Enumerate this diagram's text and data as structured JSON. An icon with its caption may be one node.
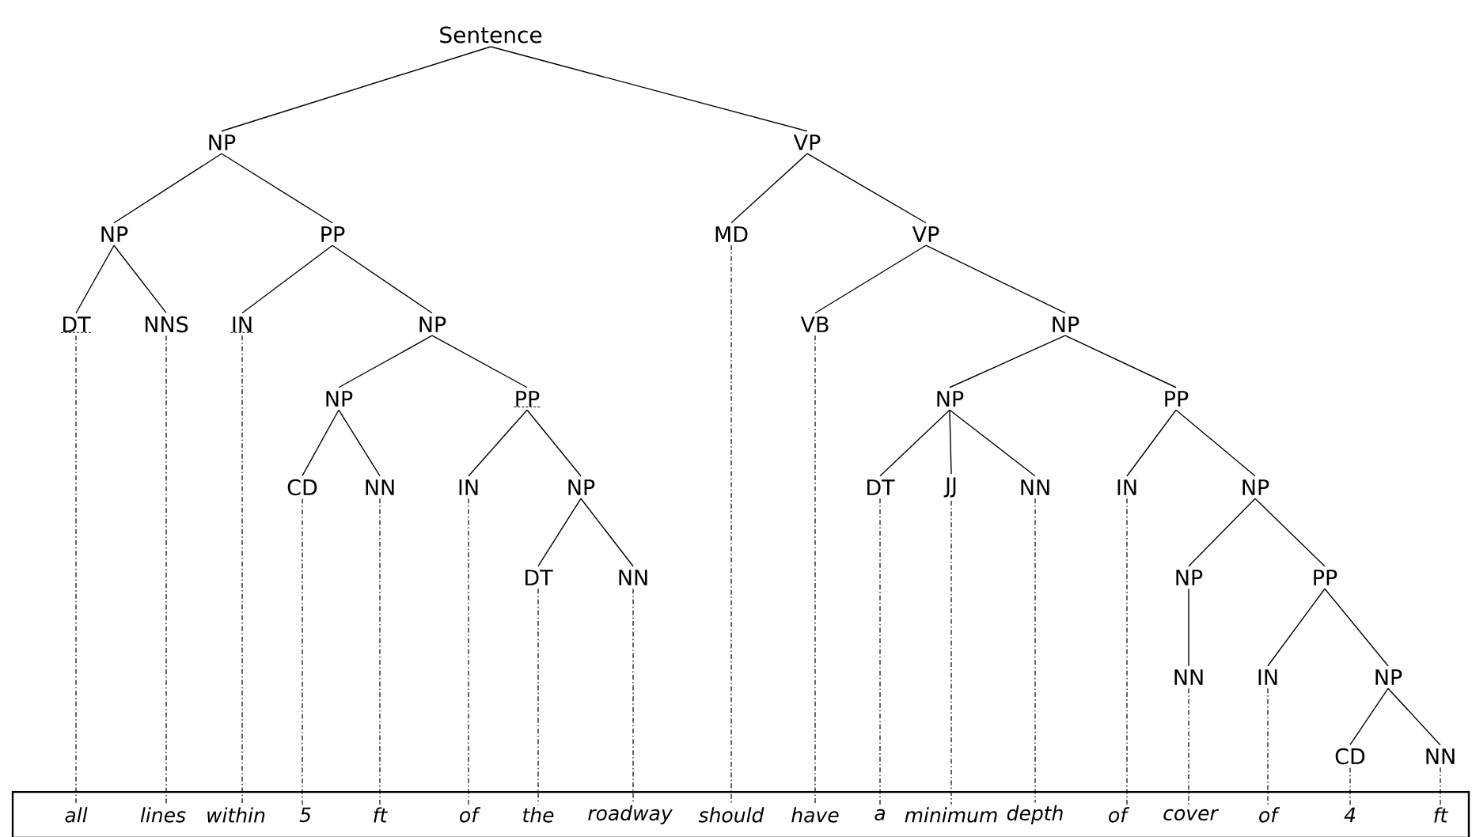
{
  "diagram": {
    "nodes": [
      {
        "text": [
          "Sentence"
        ]
      },
      {
        "text": [
          "NP"
        ]
      },
      {
        "text": [
          "VP"
        ]
      },
      {
        "text": [
          "NP"
        ]
      },
      {
        "text": [
          "PP"
        ]
      },
      {
        "text": [
          "MD"
        ]
      },
      {
        "text": [
          "VP"
        ]
      },
      {
        "text": [
          "DT"
        ]
      },
      {
        "text": [
          "NNS"
        ]
      },
      {
        "text": [
          "IN"
        ]
      },
      {
        "text": [
          "NP"
        ]
      },
      {
        "text": [
          "VB"
        ]
      },
      {
        "text": [
          "NP"
        ]
      },
      {
        "text": [
          "NP"
        ]
      },
      {
        "text": [
          "PP"
        ]
      },
      {
        "text": [
          "CD"
        ]
      },
      {
        "text": [
          "NN"
        ]
      },
      {
        "text": [
          "IN"
        ]
      },
      {
        "text": [
          "NP"
        ]
      },
      {
        "text": [
          "DT"
        ]
      },
      {
        "text": [
          "NN"
        ]
      },
      {
        "text": [
          "NP"
        ]
      },
      {
        "text": [
          "PP"
        ]
      },
      {
        "text": [
          "DT"
        ]
      },
      {
        "text": [
          "JJ"
        ]
      },
      {
        "text": [
          "NN"
        ]
      },
      {
        "text": [
          "IN"
        ]
      },
      {
        "text": [
          "NP"
        ]
      },
      {
        "text": [
          "NP"
        ]
      },
      {
        "text": [
          "PP"
        ]
      },
      {
        "text": [
          "NN"
        ]
      },
      {
        "text": [
          "IN"
        ]
      },
      {
        "text": [
          "NP"
        ]
      },
      {
        "text": [
          "CD"
        ]
      },
      {
        "text": [
          "NN"
        ]
      },
      {
        "text": [],
        "shape": "box"
      },
      {
        "text": [
          "all"
        ],
        "in": 35
      },
      {
        "text": [
          "lines"
        ],
        "in": 35
      },
      {
        "text": [
          "within"
        ],
        "in": 35
      },
      {
        "text": [
          "5"
        ],
        "in": 35
      },
      {
        "text": [
          "ft"
        ],
        "in": 35
      },
      {
        "text": [
          "of"
        ],
        "in": 35
      },
      {
        "text": [
          "the"
        ],
        "in": 35
      },
      {
        "text": [
          "roadway"
        ],
        "in": 35
      },
      {
        "text": [
          "should"
        ],
        "in": 35
      },
      {
        "text": [
          "have"
        ],
        "in": 35
      },
      {
        "text": [
          "a"
        ],
        "in": 35
      },
      {
        "text": [
          "minimum"
        ],
        "in": 35
      },
      {
        "text": [
          "depth"
        ],
        "in": 35
      },
      {
        "text": [
          "of"
        ],
        "in": 35
      },
      {
        "text": [
          "cover"
        ],
        "in": 35
      },
      {
        "text": [
          "of"
        ],
        "in": 35
      },
      {
        "text": [
          "4"
        ],
        "in": 35
      },
      {
        "text": [
          "ft"
        ],
        "in": 35
      }
    ],
    "edges": [
      {
        "from": 0,
        "to": 1,
        "arrow": "none"
      },
      {
        "from": 0,
        "to": 2,
        "arrow": "none"
      },
      {
        "from": 1,
        "to": 3,
        "arrow": "none"
      },
      {
        "from": 1,
        "to": 4,
        "arrow": "none"
      },
      {
        "from": 3,
        "to": 7,
        "arrow": "none"
      },
      {
        "from": 3,
        "to": 8,
        "arrow": "none"
      },
      {
        "from": 4,
        "to": 9,
        "arrow": "none"
      },
      {
        "from": 4,
        "to": 10,
        "arrow": "none"
      },
      {
        "from": 10,
        "to": 13,
        "arrow": "none"
      },
      {
        "from": 10,
        "to": 14,
        "arrow": "none"
      },
      {
        "from": 13,
        "to": 15,
        "arrow": "none"
      },
      {
        "from": 13,
        "to": 16,
        "arrow": "none"
      },
      {
        "from": 14,
        "to": 17,
        "arrow": "none"
      },
      {
        "from": 14,
        "to": 18,
        "arrow": "none"
      },
      {
        "from": 18,
        "to": 19,
        "arrow": "none"
      },
      {
        "from": 18,
        "to": 20,
        "arrow": "none"
      },
      {
        "from": 2,
        "to": 5,
        "arrow": "none"
      },
      {
        "from": 2,
        "to": 6,
        "arrow": "none"
      },
      {
        "from": 6,
        "to": 11,
        "arrow": "none"
      },
      {
        "from": 6,
        "to": 12,
        "arrow": "none"
      },
      {
        "from": 12,
        "to": 21,
        "arrow": "none"
      },
      {
        "from": 12,
        "to": 22,
        "arrow": "none"
      },
      {
        "from": 21,
        "to": 23,
        "arrow": "none"
      },
      {
        "from": 21,
        "to": 24,
        "arrow": "none"
      },
      {
        "from": 21,
        "to": 25,
        "arrow": "none"
      },
      {
        "from": 22,
        "to": 26,
        "arrow": "none"
      },
      {
        "from": 22,
        "to": 27,
        "arrow": "none"
      },
      {
        "from": 27,
        "to": 28,
        "arrow": "none"
      },
      {
        "from": 27,
        "to": 29,
        "arrow": "none"
      },
      {
        "from": 28,
        "to": 30,
        "arrow": "none"
      },
      {
        "from": 29,
        "to": 31,
        "arrow": "none"
      },
      {
        "from": 29,
        "to": 32,
        "arrow": "none"
      },
      {
        "from": 32,
        "to": 33,
        "arrow": "none"
      },
      {
        "from": 32,
        "to": 34,
        "arrow": "none"
      },
      {
        "from": 7,
        "to": 36,
        "arrow": "none",
        "style": "dashed"
      },
      {
        "from": 8,
        "to": 37,
        "arrow": "none",
        "style": "dashed"
      },
      {
        "from": 9,
        "to": 38,
        "arrow": "none",
        "style": "dashed"
      },
      {
        "from": 15,
        "to": 39,
        "arrow": "none",
        "style": "dashed"
      },
      {
        "from": 16,
        "to": 40,
        "arrow": "none",
        "style": "dashed"
      },
      {
        "from": 17,
        "to": 41,
        "arrow": "none",
        "style": "dashed"
      },
      {
        "from": 19,
        "to": 42,
        "arrow": "none",
        "style": "dashed"
      },
      {
        "from": 20,
        "to": 43,
        "arrow": "none",
        "style": "dashed"
      },
      {
        "from": 5,
        "to": 44,
        "arrow": "none",
        "style": "dashed"
      },
      {
        "from": 11,
        "to": 45,
        "arrow": "none",
        "style": "dashed"
      },
      {
        "from": 23,
        "to": 46,
        "arrow": "none",
        "style": "dashed"
      },
      {
        "from": 24,
        "to": 47,
        "arrow": "none",
        "style": "dashed"
      },
      {
        "from": 25,
        "to": 48,
        "arrow": "none",
        "style": "dashed"
      },
      {
        "from": 26,
        "to": 49,
        "arrow": "none",
        "style": "dashed"
      },
      {
        "from": 30,
        "to": 50,
        "arrow": "none",
        "style": "dashed"
      },
      {
        "from": 31,
        "to": 51,
        "arrow": "none",
        "style": "dashed"
      },
      {
        "from": 33,
        "to": 52,
        "arrow": "none",
        "style": "dashed"
      },
      {
        "from": 34,
        "to": 53,
        "arrow": "none",
        "style": "dashed"
      }
    ]
  }
}
